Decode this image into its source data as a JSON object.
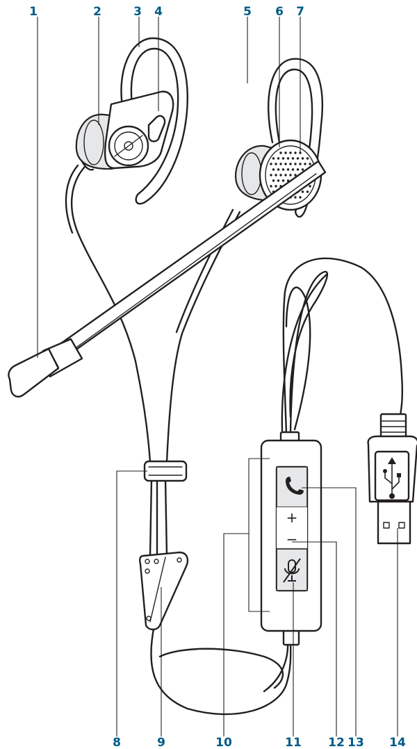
{
  "callouts": [
    {
      "id": "1",
      "label": "1"
    },
    {
      "id": "2",
      "label": "2"
    },
    {
      "id": "3",
      "label": "3"
    },
    {
      "id": "4",
      "label": "4"
    },
    {
      "id": "5",
      "label": "5"
    },
    {
      "id": "6",
      "label": "6"
    },
    {
      "id": "7",
      "label": "7"
    },
    {
      "id": "8",
      "label": "8"
    },
    {
      "id": "9",
      "label": "9"
    },
    {
      "id": "10",
      "label": "10"
    },
    {
      "id": "11",
      "label": "11"
    },
    {
      "id": "12",
      "label": "12"
    },
    {
      "id": "13",
      "label": "13"
    },
    {
      "id": "14",
      "label": "14"
    }
  ],
  "controls": {
    "volume_up_symbol": "+",
    "volume_down_symbol": "−"
  },
  "colors": {
    "callout": "#005a87",
    "ink": "#231f20",
    "shade": "#e6e7e8"
  }
}
